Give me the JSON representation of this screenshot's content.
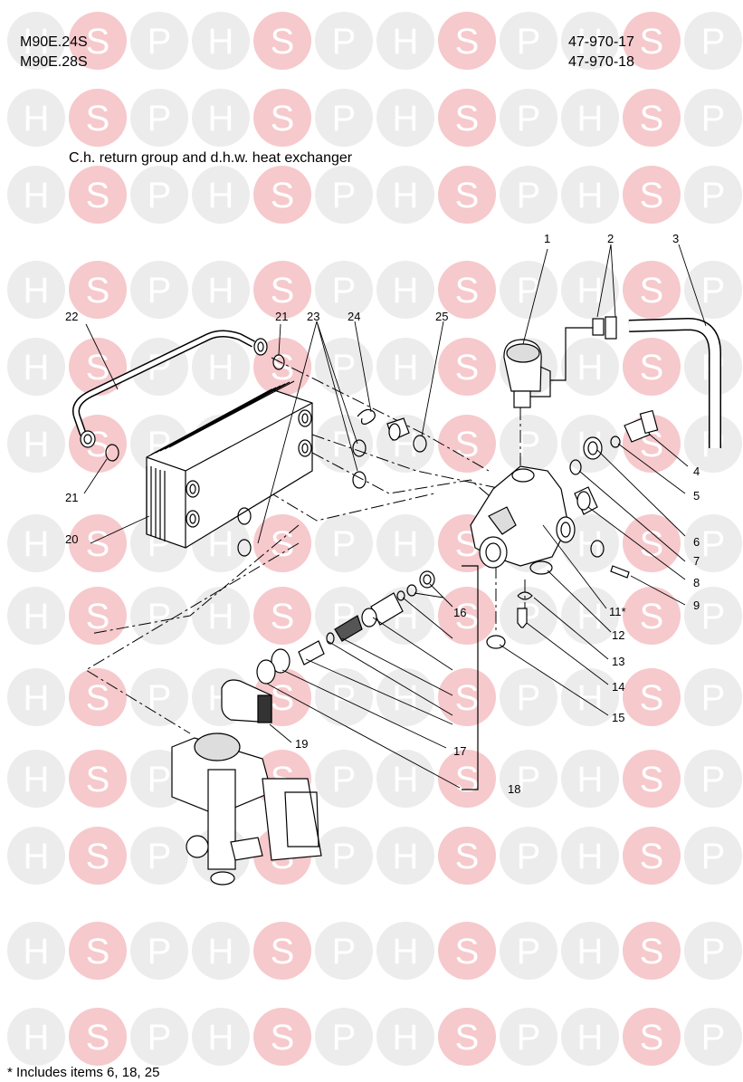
{
  "header": {
    "models": [
      "M90E.24S",
      "M90E.28S"
    ],
    "part_codes": [
      "47-970-17",
      "47-970-18"
    ]
  },
  "title": "C.h. return group and d.h.w. heat exchanger",
  "watermark": {
    "letters": [
      "H",
      "S",
      "P"
    ],
    "s_color": "#f6c9cc",
    "circle_color": "#ececec"
  },
  "callouts": {
    "c1": "1",
    "c2": "2",
    "c3": "3",
    "c4": "4",
    "c5": "5",
    "c6": "6",
    "c7": "7",
    "c8": "8",
    "c9": "9",
    "c11": "11*",
    "c12": "12",
    "c13": "13",
    "c14": "14",
    "c15": "15",
    "c16": "16",
    "c17": "17",
    "c18": "18",
    "c19": "19",
    "c20": "20",
    "c21a": "21",
    "c21b": "21",
    "c22": "22",
    "c23": "23",
    "c24": "24",
    "c25": "25"
  },
  "footnote": "* Includes items 6, 18, 25"
}
